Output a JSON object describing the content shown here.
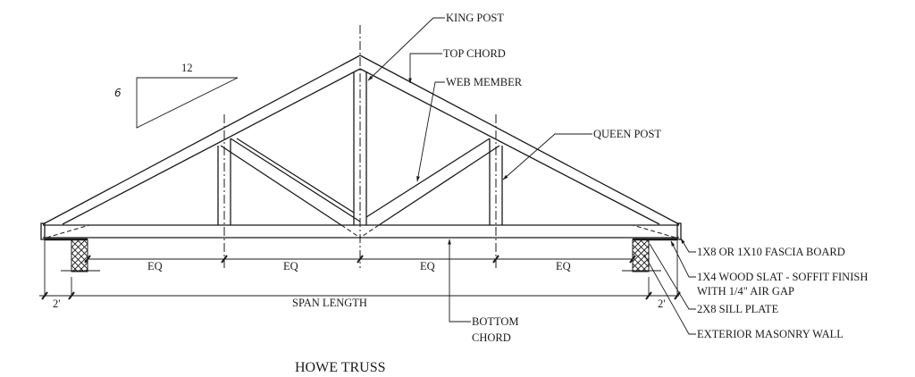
{
  "title": "HOWE TRUSS",
  "pitch": {
    "rise": "6",
    "run": "12"
  },
  "callouts": {
    "king_post": "KING POST",
    "top_chord": "TOP CHORD",
    "web_member": "WEB MEMBER",
    "queen_post": "QUEEN POST",
    "bottom_chord_line1": "BOTTOM",
    "bottom_chord_line2": "CHORD",
    "fascia": "1X8 OR 1X10 FASCIA BOARD",
    "soffit_line1": "1X4 WOOD SLAT - SOFFIT FINISH",
    "soffit_line2": "WITH 1/4\" AIR GAP",
    "sill_plate": "2X8 SILL PLATE",
    "masonry_wall": "EXTERIOR MASONRY WALL"
  },
  "dimensions": {
    "segments": [
      "EQ",
      "EQ",
      "EQ",
      "EQ"
    ],
    "span": "SPAN LENGTH",
    "overhang_left": "2'",
    "overhang_right": "2'"
  },
  "colors": {
    "line": "#1a1a1a",
    "background": "#ffffff"
  }
}
